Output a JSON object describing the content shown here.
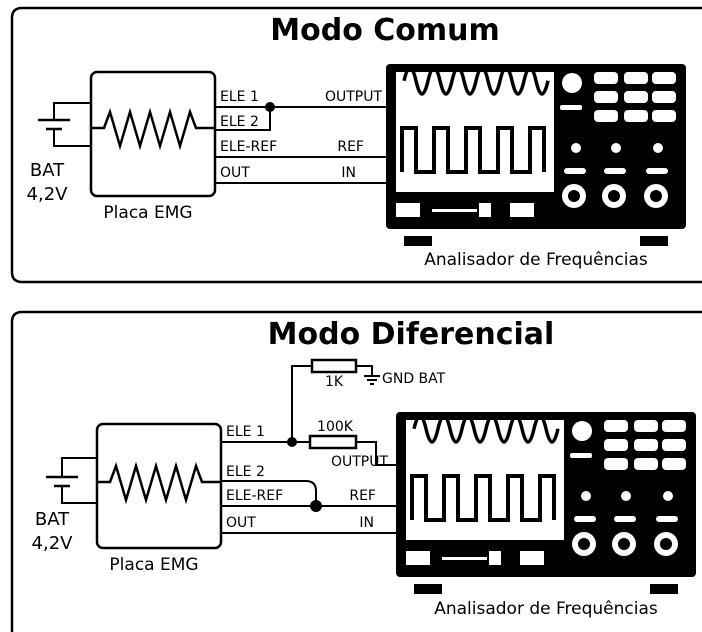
{
  "panels": [
    {
      "title": "Modo Comum",
      "board_label": "Placa EMG",
      "battery": {
        "line1": "BAT",
        "line2": "4,2V"
      },
      "electrodes": [
        "ELE 1",
        "ELE 2",
        "ELE-REF",
        "OUT"
      ],
      "analyzer_inputs": [
        "OUTPUT",
        "REF",
        "IN"
      ],
      "analyzer_label": "Analisador de Frequências"
    },
    {
      "title": "Modo Diferencial",
      "board_label": "Placa EMG",
      "battery": {
        "line1": "BAT",
        "line2": "4,2V"
      },
      "electrodes": [
        "ELE 1",
        "ELE 2",
        "ELE-REF",
        "OUT"
      ],
      "analyzer_inputs": [
        "OUTPUT",
        "REF",
        "IN"
      ],
      "analyzer_label": "Analisador de Frequências",
      "resistors": {
        "r1": "1K",
        "r2": "100K"
      },
      "ground_label": "GND BAT"
    }
  ]
}
